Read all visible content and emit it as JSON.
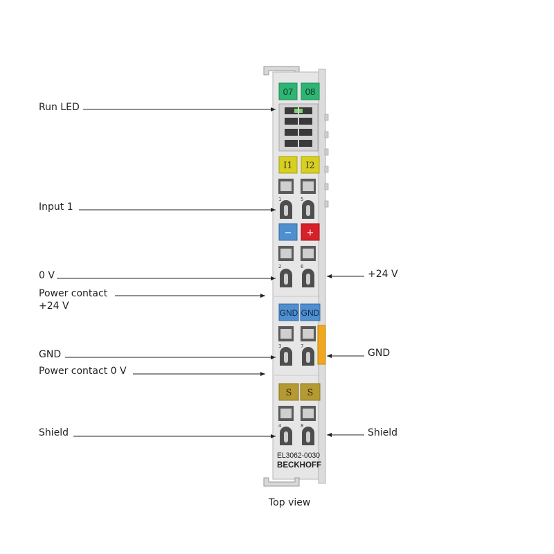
{
  "device": {
    "model": "EL3062-0030",
    "brand": "BECKHOFF",
    "view_caption": "Top view"
  },
  "colors": {
    "housing": "#e6e6e6",
    "led_tab": "#2db573",
    "input_tab": "#d8d020",
    "minus_tab": "#4f8fd0",
    "plus_tab": "#d8202a",
    "gnd_tab": "#4f8fd0",
    "shield_tab": "#b59a34",
    "power_contact": "#f0a820"
  },
  "tabs": {
    "ch1": "07",
    "ch2": "08",
    "in1": "I1",
    "in2": "I2",
    "minus": "−",
    "plus": "+",
    "gnd1": "GND",
    "gnd2": "GND",
    "s1": "S",
    "s2": "S"
  },
  "terminal_numbers": {
    "t1": "1",
    "t5": "5",
    "t2": "2",
    "t6": "6",
    "t3": "3",
    "t7": "7",
    "t4": "4",
    "t8": "8"
  },
  "labels": {
    "run_led": "Run LED",
    "input1": "Input 1",
    "zero_v": "0 V",
    "plus24_right": "+24 V",
    "power_contact_24_line1": "Power contact",
    "power_contact_24_line2": "+24 V",
    "gnd_left": "GND",
    "gnd_right": "GND",
    "power_contact_0v": "Power contact 0 V",
    "shield_left": "Shield",
    "shield_right": "Shield"
  }
}
